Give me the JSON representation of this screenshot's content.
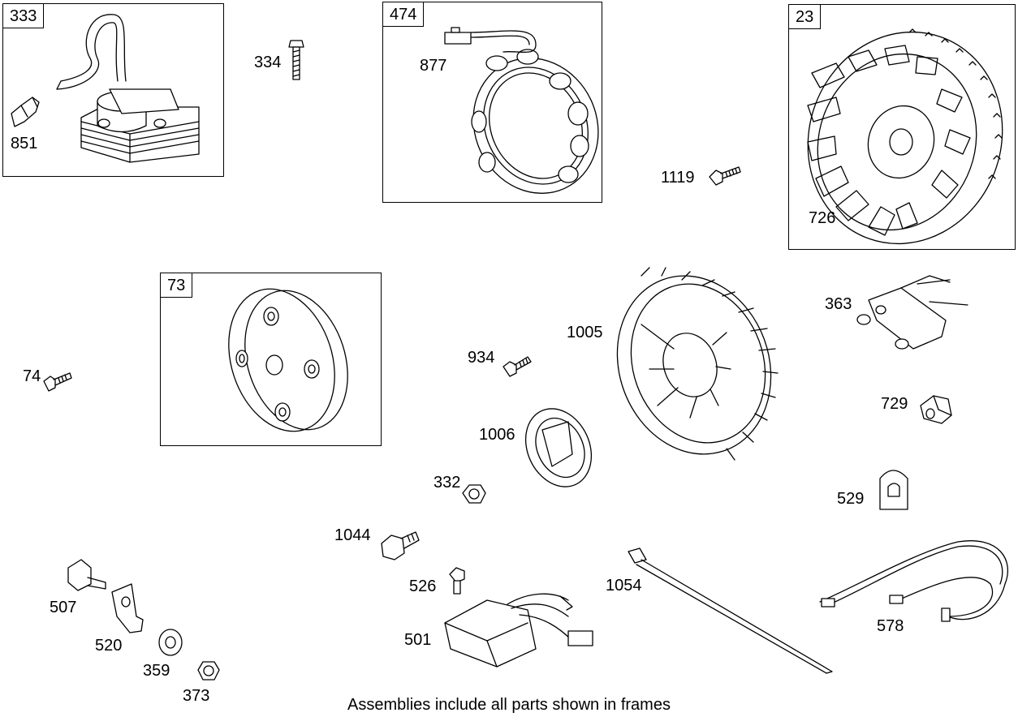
{
  "frames": {
    "f333": "333",
    "f474": "474",
    "f23": "23",
    "f73": "73"
  },
  "callouts": {
    "c851": "851",
    "c334": "334",
    "c877": "877",
    "c1119": "1119",
    "c726": "726",
    "c363": "363",
    "c74": "74",
    "c934": "934",
    "c1005": "1005",
    "c729": "729",
    "c1006": "1006",
    "c332": "332",
    "c529": "529",
    "c1044": "1044",
    "c1054": "1054",
    "c526": "526",
    "c507": "507",
    "c520": "520",
    "c501": "501",
    "c578": "578",
    "c359": "359",
    "c373": "373"
  },
  "footer": "Assemblies include all parts shown in frames"
}
